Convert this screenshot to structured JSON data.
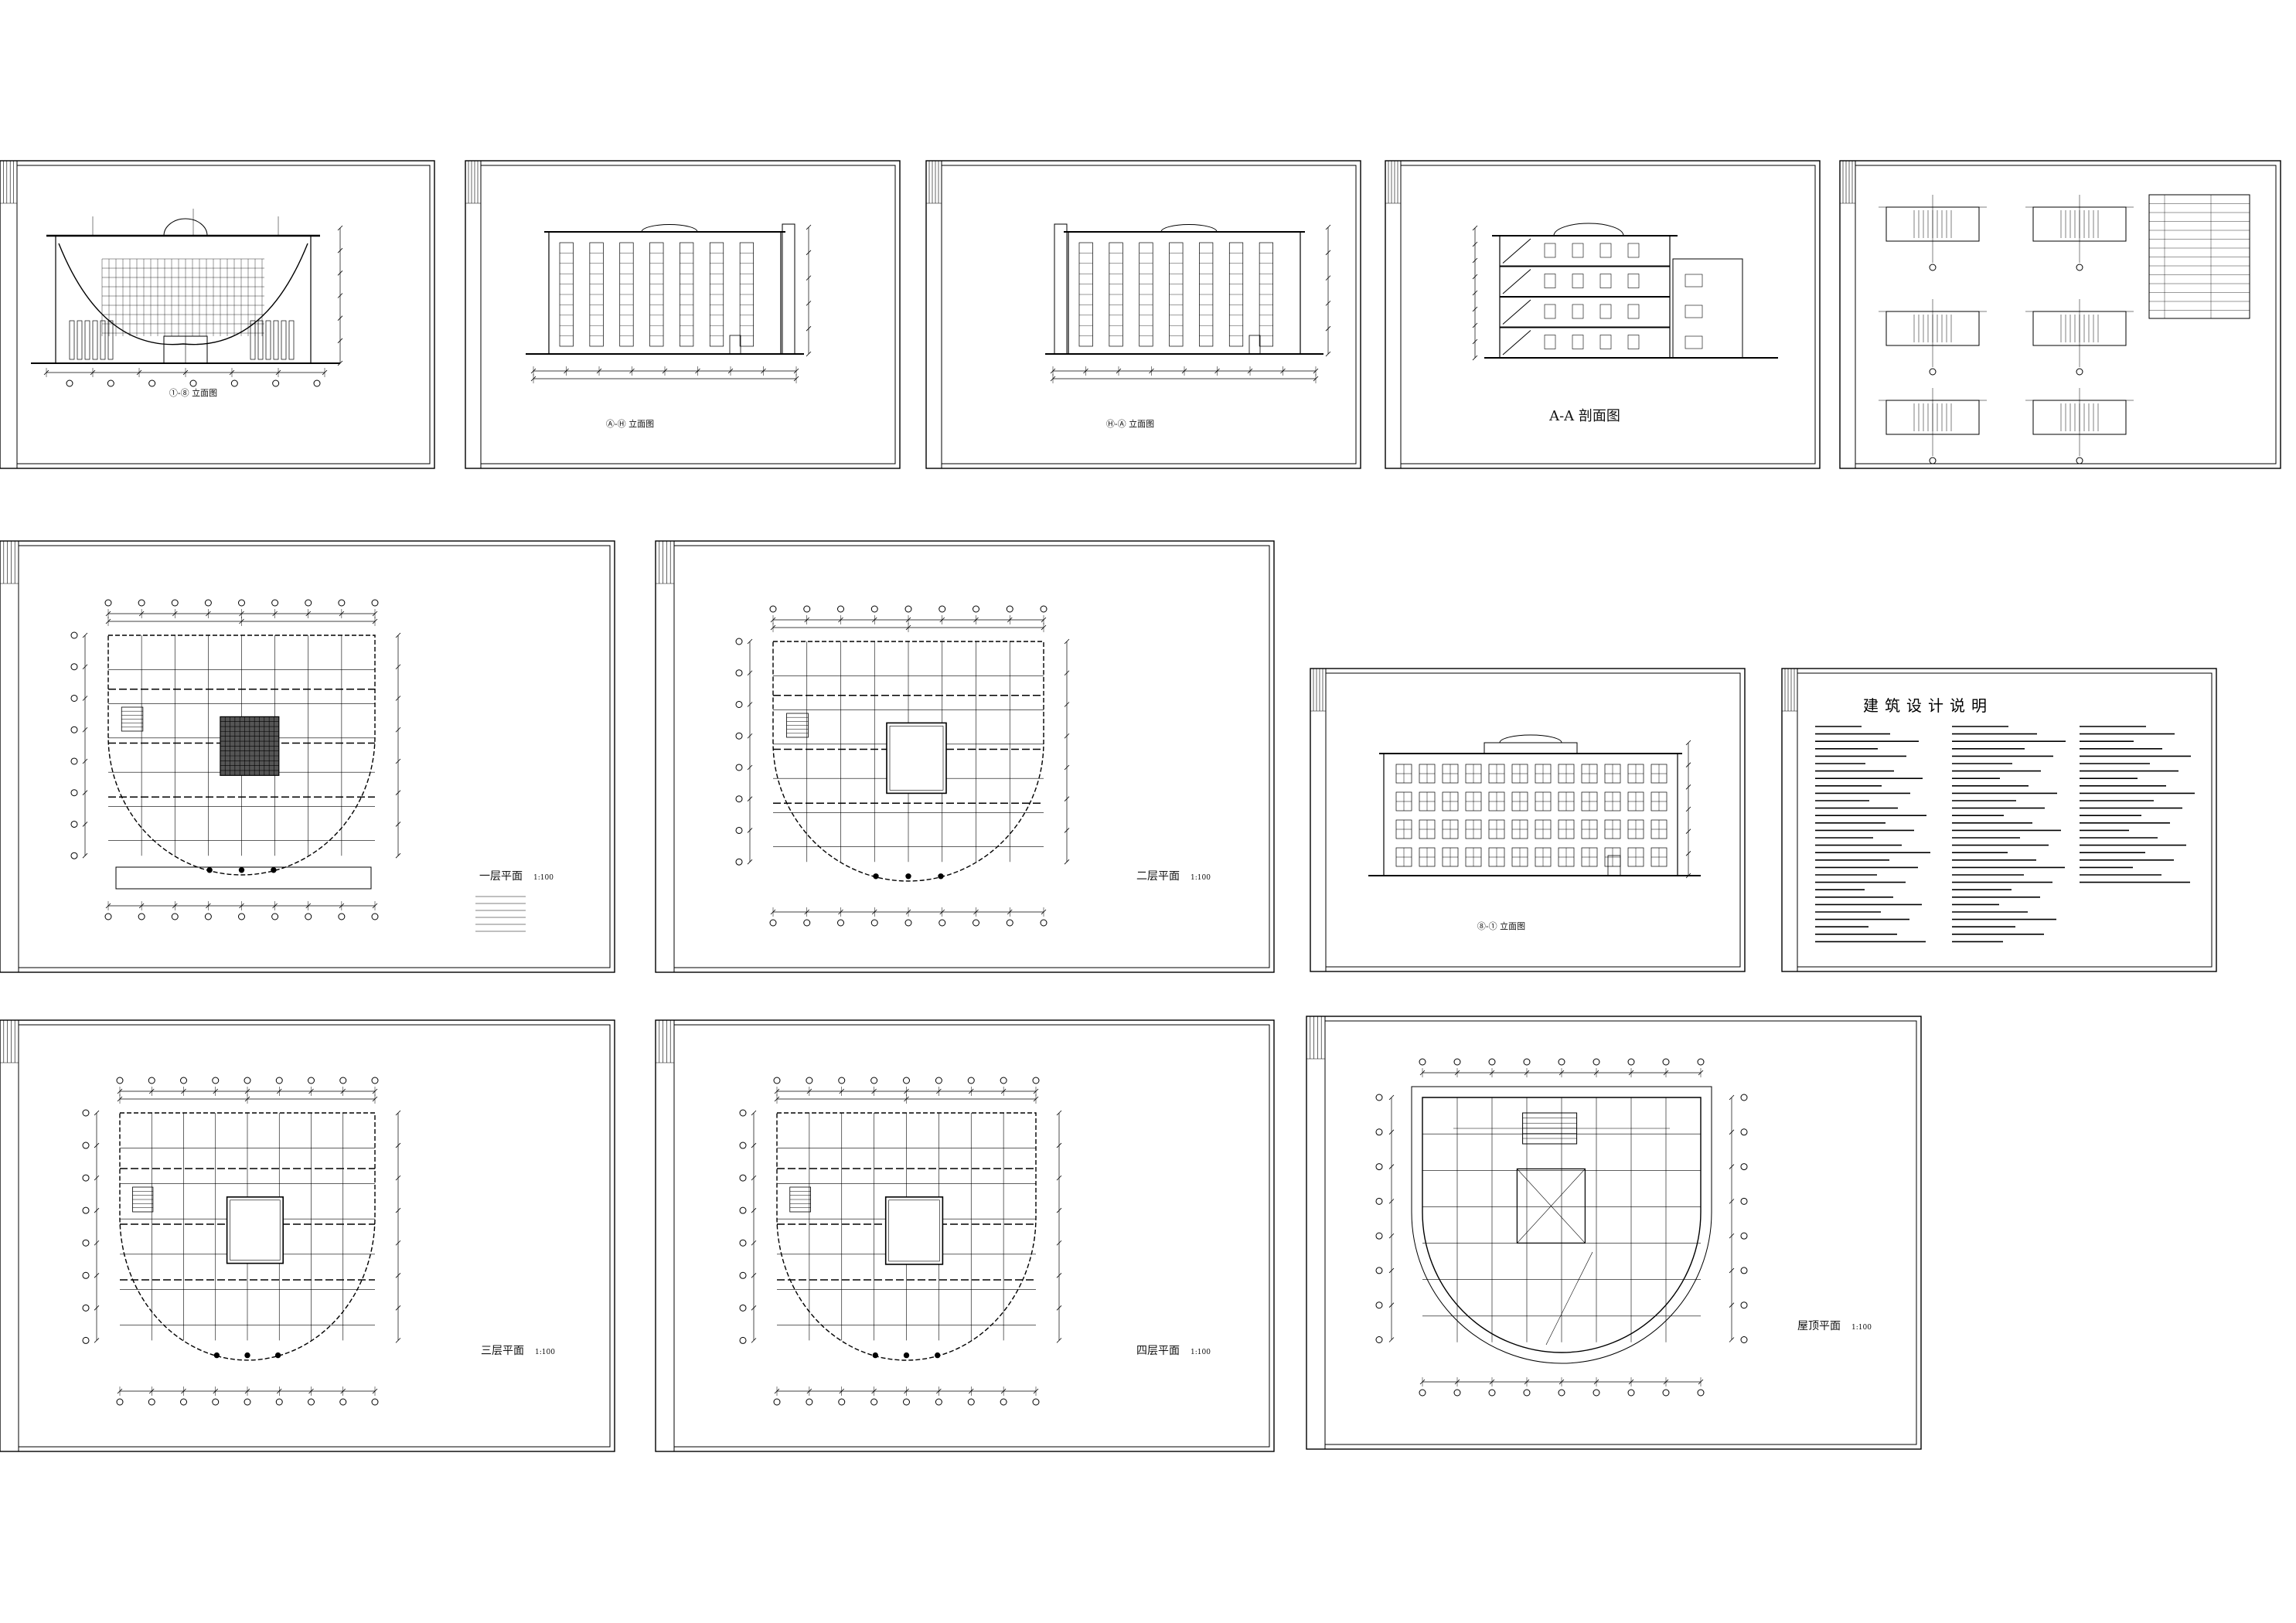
{
  "drawing": {
    "line_color": "#000000",
    "background": "#ffffff",
    "sheets": [
      {
        "id": "front-elevation",
        "type": "elevation",
        "title": "①-⑧ 立面图"
      },
      {
        "id": "side-elevation-1",
        "type": "elevation",
        "title": "Ⓐ-Ⓗ 立面图"
      },
      {
        "id": "side-elevation-2",
        "type": "elevation",
        "title": "Ⓗ-Ⓐ 立面图"
      },
      {
        "id": "section-aa",
        "type": "section",
        "title": "A-A 剖面图"
      },
      {
        "id": "stair-details",
        "type": "details",
        "title": ""
      },
      {
        "id": "plan-floor-1",
        "type": "plan",
        "title": "一层平面",
        "scale": "1:100"
      },
      {
        "id": "plan-floor-2",
        "type": "plan",
        "title": "二层平面",
        "scale": "1:100"
      },
      {
        "id": "rear-elevation",
        "type": "elevation",
        "title": "⑧-① 立面图"
      },
      {
        "id": "design-notes",
        "type": "notes",
        "title": "建筑设计说明"
      },
      {
        "id": "plan-floor-3",
        "type": "plan",
        "title": "三层平面",
        "scale": "1:100"
      },
      {
        "id": "plan-floor-4",
        "type": "plan",
        "title": "四层平面",
        "scale": "1:100"
      },
      {
        "id": "plan-roof",
        "type": "plan",
        "title": "屋顶平面",
        "scale": "1:100"
      }
    ]
  }
}
